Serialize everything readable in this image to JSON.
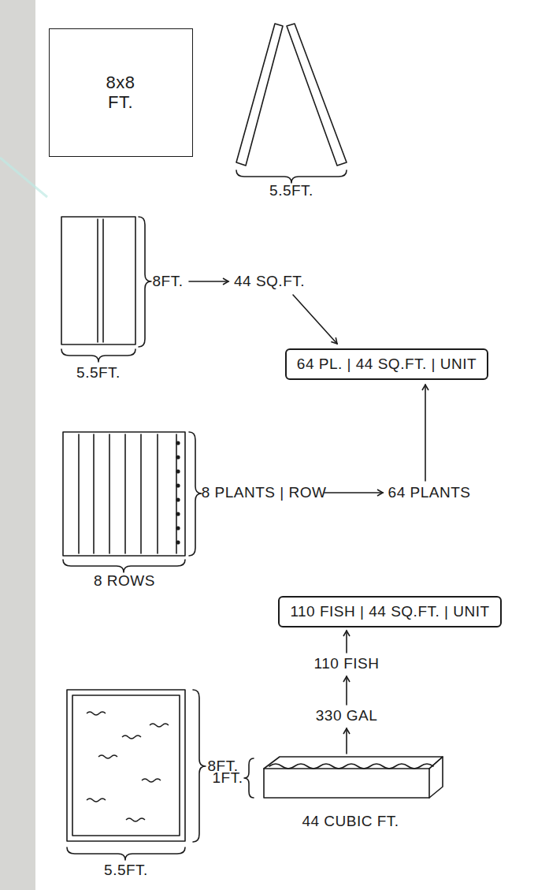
{
  "diagram": {
    "nodes": [
      {
        "text": [
          "8x8 FT."
        ]
      },
      {
        "text": [
          "64 PL. | 44 SQ.FT. | UNIT"
        ]
      },
      {
        "text": [
          "110 FISH | 44 SQ.FT. | UNIT"
        ]
      }
    ],
    "labels": [
      "5.5FT.",
      "8FT.",
      "44 SQ.FT.",
      "5.5FT.",
      "8 PLANTS | ROW",
      "64 PLANTS",
      "8 ROWS",
      "110 FISH",
      "330 GAL",
      "1FT.",
      "44 CUBIC FT.",
      "8FT.",
      "5.5FT."
    ]
  }
}
